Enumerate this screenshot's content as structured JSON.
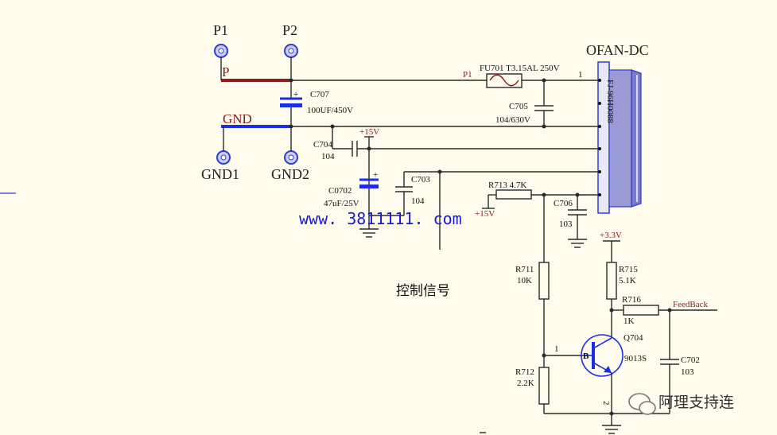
{
  "nets": {
    "p1": "P1",
    "p2": "P2",
    "p": "P",
    "gnd": "GND",
    "gnd1": "GND1",
    "gnd2": "GND2",
    "p1_small": "P1",
    "plus15_a": "+15V",
    "plus15_b": "+15V",
    "plus3v3": "+3.3V",
    "feedback": "FeedBack"
  },
  "fan": {
    "title": "OFAN-DC",
    "body_label": "FJ-96H0088",
    "pin1": "1"
  },
  "parts": {
    "fu701": "FU701 T3.15AL 250V",
    "c707_ref": "C707",
    "c707_val": "100UF/450V",
    "c705_ref": "C705",
    "c705_val": "104/630V",
    "c704_ref": "C704",
    "c704_val": "104",
    "c0702_ref": "C0702",
    "c0702_val": "47uF/25V",
    "c703_ref": "C703",
    "c703_val": "104",
    "r713": "R713   4.7K",
    "c706_ref": "C706",
    "c706_val": "103",
    "r711_ref": "R711",
    "r711_val": "10K",
    "r712_ref": "R712",
    "r712_val": "2.2K",
    "r715_ref": "R715",
    "r715_val": "5.1K",
    "r716_ref": "R716",
    "r716_val": "1K",
    "q704_ref": "Q704",
    "q704_val": "9013S",
    "q704_b": "B",
    "c702_ref": "C702",
    "c702_val": "103",
    "node1": "1",
    "node2": "2"
  },
  "annotation": {
    "control_signal": "控制信号"
  },
  "watermark_url": "www. 3811111. com",
  "watermark_brand": "阿理支持连",
  "colors": {
    "background": "#fffbed",
    "p_rail": "#8b1a1a",
    "gnd_rail": "#1a2ee6",
    "fan_body": "#7a7acb"
  }
}
